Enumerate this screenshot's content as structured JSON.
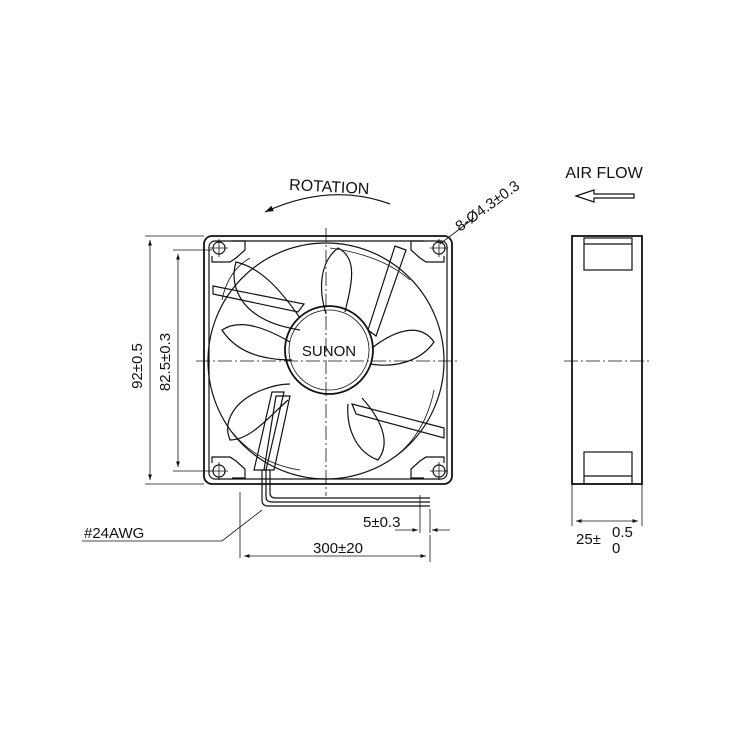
{
  "labels": {
    "rotation": "ROTATION",
    "air_flow": "AIR FLOW",
    "brand": "SUNON",
    "mount_holes": "8-Ø4.3±0.3",
    "overall_height": "92±0.5",
    "hole_pitch": "82.5±0.3",
    "wire_gauge": "#24AWG",
    "strip_length": "5±0.3",
    "lead_length": "300±20",
    "depth_main": "25±",
    "depth_upper": "0.5",
    "depth_lower": "0"
  },
  "colors": {
    "line": "#111111",
    "background": "#ffffff"
  }
}
